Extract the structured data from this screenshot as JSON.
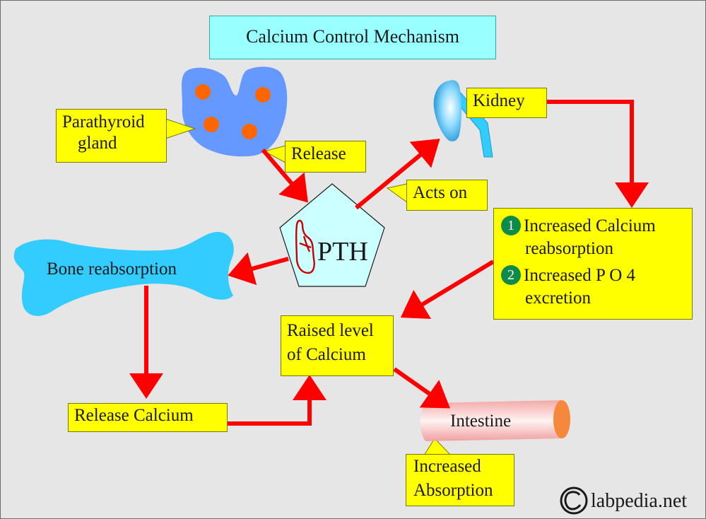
{
  "title": "Calcium Control Mechanism",
  "labels": {
    "parathyroid_line1": "Parathyroid",
    "parathyroid_line2": "gland",
    "release": "Release",
    "kidney": "Kidney",
    "acts_on": "Acts on",
    "pth": "PTH",
    "bone": "Bone reabsorption",
    "effect1_num": "1",
    "effect1_line1": "Increased Calcium",
    "effect1_line2": "reabsorption",
    "effect2_num": "2",
    "effect2_line1": "Increased P O 4",
    "effect2_line2": "excretion",
    "raised_line1": "Raised level",
    "raised_line2": "of Calcium",
    "release_calcium": "Release Calcium",
    "intestine": "Intestine",
    "absorption_line1": "Increased",
    "absorption_line2": "Absorption",
    "watermark": "labpedia.net"
  },
  "colors": {
    "arrow": "#ff0000",
    "label_bg": "#ffff00",
    "title_bg": "#99ffff",
    "gland": "#6699ff",
    "gland_dot": "#ff6600",
    "bone": "#33ccff",
    "pentagon": "#ccffff",
    "badge": "#0e8a4a"
  },
  "icons": {
    "pth": "hand-icon",
    "watermark": "copyright-icon"
  }
}
